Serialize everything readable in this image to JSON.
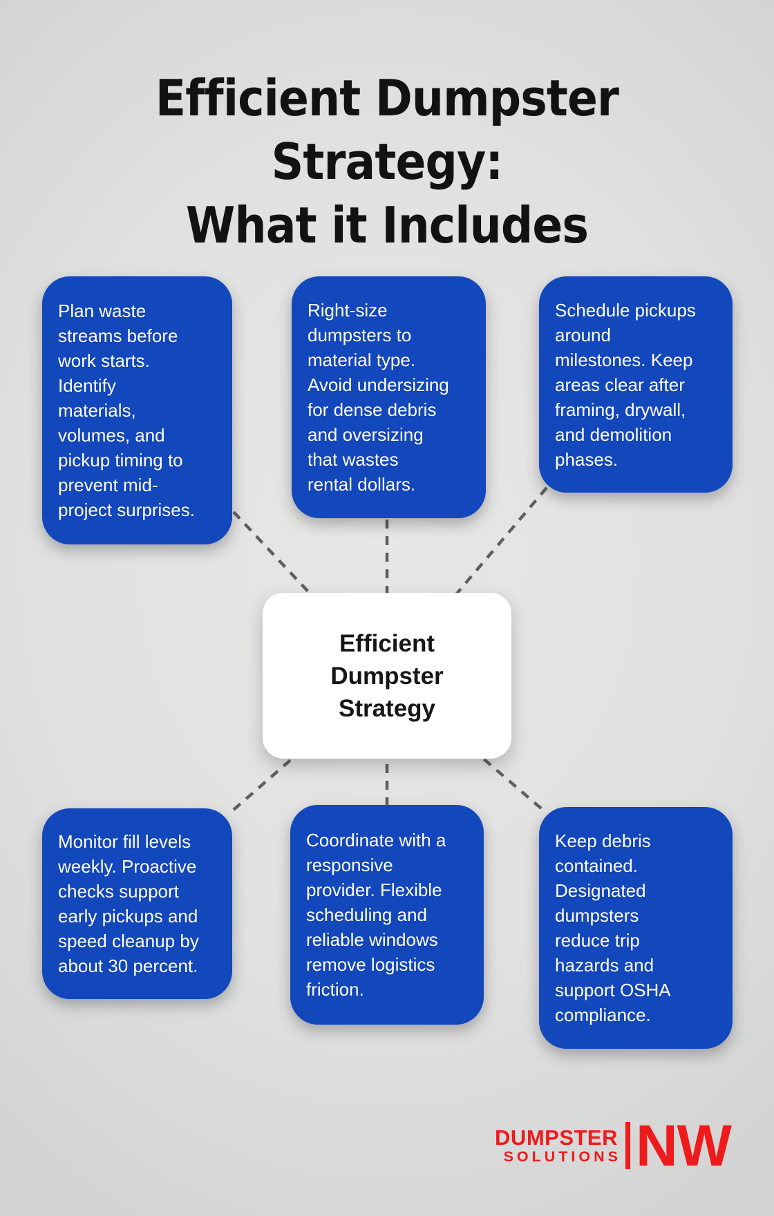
{
  "title": "Efficient Dumpster Strategy:\nWhat it Includes",
  "center_node": {
    "label": "Efficient\nDumpster\nStrategy"
  },
  "nodes": [
    {
      "text": "Plan waste\nstreams before\nwork starts.\nIdentify\nmaterials,\nvolumes, and\npickup timing to\nprevent mid-\nproject surprises."
    },
    {
      "text": "Right-size\ndumpsters to\nmaterial type.\nAvoid undersizing\nfor dense debris\nand oversizing\nthat wastes\nrental dollars."
    },
    {
      "text": "Schedule pickups\naround\nmilestones. Keep\nareas clear after\nframing, drywall,\nand demolition\nphases."
    },
    {
      "text": "Monitor fill levels\nweekly. Proactive\nchecks support\nearly pickups and\nspeed cleanup by\nabout 30 percent."
    },
    {
      "text": "Coordinate with a\nresponsive\nprovider. Flexible\nscheduling and\nreliable windows\nremove logistics\nfriction."
    },
    {
      "text": "Keep debris\ncontained.\nDesignated\ndumpsters\nreduce trip\nhazards and\nsupport OSHA\ncompliance."
    }
  ],
  "logo": {
    "word1": "DUMPSTER",
    "word2": "SOLUTIONS",
    "word3": "NW"
  },
  "colors": {
    "node_blue": "#1347BC",
    "background_gray": "#e0e1e0",
    "title_black": "#121212",
    "connector_gray": "#5f5f5f",
    "logo_red": "#EF1A1A",
    "node_text_white": "#ffffff"
  }
}
